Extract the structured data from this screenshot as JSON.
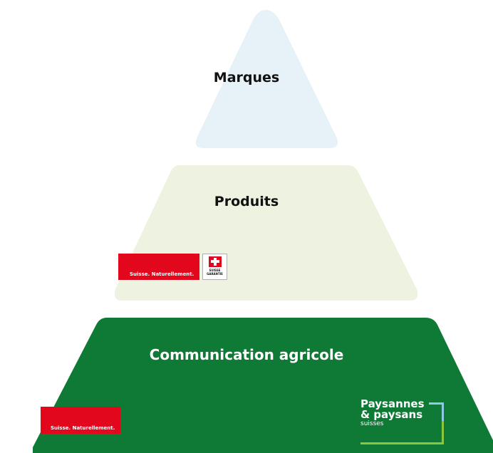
{
  "tiers": [
    {
      "label": "Marques",
      "fill": "#e6f2f8"
    },
    {
      "label": "Produits",
      "fill": "#eef2e0"
    },
    {
      "label": "Communication agricole",
      "fill": "#0f7a35"
    }
  ],
  "logos": {
    "suisse_naturellement_1": "Suisse. Naturellement.",
    "suisse_naturellement_2": "Suisse. Naturellement.",
    "suisse_garantie_line1": "SUISSE",
    "suisse_garantie_line2": "GARANTIE",
    "paysans_line1": "Paysannes",
    "paysans_line2": "& paysans",
    "paysans_line3": "suisses"
  },
  "colors": {
    "swiss_red": "#e3071d",
    "logo_blue": "#8ecae6",
    "logo_green": "#8cc63f"
  }
}
